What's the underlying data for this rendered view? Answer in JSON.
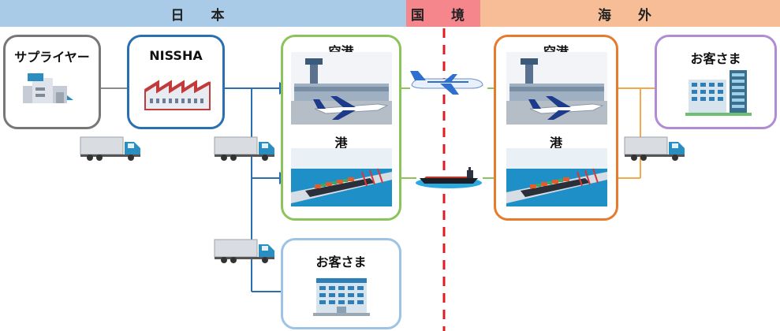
{
  "header": {
    "japan": "日 本",
    "border": "国 境",
    "overseas": "海 外"
  },
  "nodes": {
    "supplier": "サプライヤー",
    "nissha": "NISSHA",
    "airport_jp": "空港",
    "port_jp": "港",
    "customer_jp": "お客さま",
    "airport_os": "空港",
    "port_os": "港",
    "customer_os": "お客さま"
  },
  "colors": {
    "japan_band": "#a9cbe7",
    "border_band": "#f4868c",
    "overseas_band": "#f6bd96",
    "supplier_border": "#777777",
    "nissha_border": "#2a6fb0",
    "japan_port_border": "#8cc35a",
    "customer_jp_border": "#9dc3e6",
    "overseas_port_border": "#e77a2d",
    "customer_os_border": "#b18cd4",
    "blue_flow": "#2a6fb0",
    "green_flow": "#8cc35a",
    "orange_flow": "#f5a94a",
    "border_line": "#e21b23"
  },
  "icons": {
    "supplier": "factory-icon",
    "nissha": "factory-icon",
    "airport": "airport-icon",
    "port": "container-ship-icon",
    "customer": "office-building-icon",
    "plane": "airplane-icon",
    "ship": "ship-icon",
    "truck": "truck-icon"
  }
}
